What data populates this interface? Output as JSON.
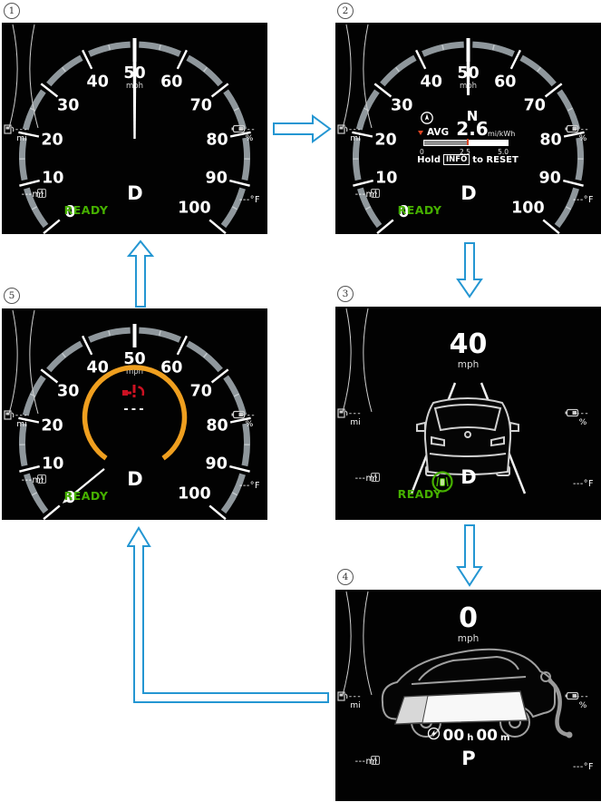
{
  "panels": {
    "labels": [
      "1",
      "2",
      "3",
      "4",
      "5"
    ]
  },
  "gauge": {
    "ticks": [
      "0",
      "10",
      "20",
      "30",
      "40",
      "50",
      "60",
      "70",
      "80",
      "90",
      "100"
    ],
    "unit": "mph"
  },
  "status": {
    "ready": "READY",
    "gear_drive": "D",
    "gear_park": "P"
  },
  "side": {
    "range_value": "---",
    "range_unit": "mi",
    "trip_badge": "A",
    "trip_value": "---mi",
    "battery_value": "---",
    "battery_unit": "%",
    "temp_value": "---°F"
  },
  "panel2": {
    "compass": "N",
    "avg_label": "AVG",
    "avg_value": "2.6",
    "avg_unit": "mi/kWh",
    "scale_min": "0",
    "scale_mid": "2.5",
    "scale_max": "5.0",
    "hold_prefix": "Hold",
    "info_key": "INFO",
    "hold_suffix": "to RESET"
  },
  "panel3": {
    "speed": "40",
    "speed_unit": "mph"
  },
  "panel4": {
    "speed": "0",
    "speed_unit": "mph",
    "charge_hours": "00",
    "charge_hours_unit": "h",
    "charge_minutes": "00",
    "charge_minutes_unit": "m"
  },
  "panel5": {
    "power_value": "---"
  },
  "colors": {
    "ready_green": "#46b000",
    "arc_orange": "#ef9f1f",
    "arrow_blue": "#2496d2",
    "warning_red": "#cc1122",
    "gauge_gray": "#8f979c"
  }
}
